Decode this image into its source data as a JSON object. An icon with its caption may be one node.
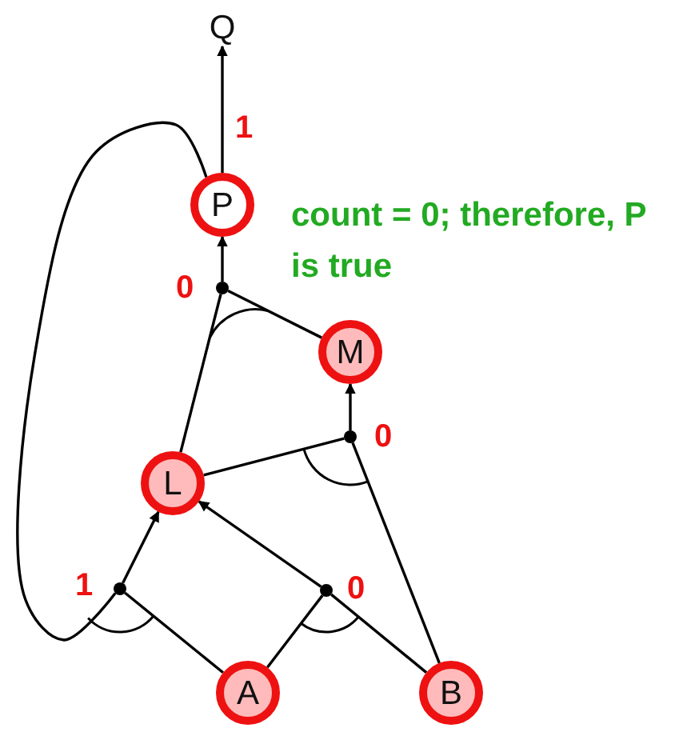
{
  "diagram": {
    "nodes": [
      {
        "text": [
          "Q"
        ]
      },
      {
        "text": [
          "P"
        ],
        "beside": [
          "count = 0; therefore, P is true"
        ]
      },
      {
        "text": [
          "M"
        ]
      },
      {
        "text": [
          "L"
        ]
      },
      {
        "text": [
          "A"
        ]
      },
      {
        "text": [
          "B"
        ]
      },
      {
        "text": [],
        "shape": "circle",
        "beside": [
          "0"
        ]
      },
      {
        "text": [],
        "shape": "circle",
        "beside": [
          "0"
        ]
      },
      {
        "text": [],
        "shape": "circle",
        "beside": [
          "1"
        ]
      },
      {
        "text": [],
        "shape": "circle",
        "beside": [
          "0"
        ]
      }
    ],
    "edges": [
      {
        "from": 1,
        "to": 0,
        "arrow": "to",
        "label": "1"
      },
      {
        "from": 6,
        "to": 1,
        "arrow": "to"
      },
      {
        "from": 3,
        "to": 6,
        "arrow": "none"
      },
      {
        "from": 2,
        "to": 6,
        "arrow": "none"
      },
      {
        "from": 7,
        "to": 2,
        "arrow": "to"
      },
      {
        "from": 3,
        "to": 7,
        "arrow": "none"
      },
      {
        "from": 5,
        "to": 7,
        "arrow": "none"
      },
      {
        "from": 8,
        "to": 3,
        "arrow": "to"
      },
      {
        "from": 9,
        "to": 3,
        "arrow": "to"
      },
      {
        "from": 1,
        "to": 8,
        "arrow": "none"
      },
      {
        "from": 4,
        "to": 8,
        "arrow": "none"
      },
      {
        "from": 4,
        "to": 9,
        "arrow": "none"
      },
      {
        "from": 5,
        "to": 9,
        "arrow": "none"
      }
    ]
  }
}
